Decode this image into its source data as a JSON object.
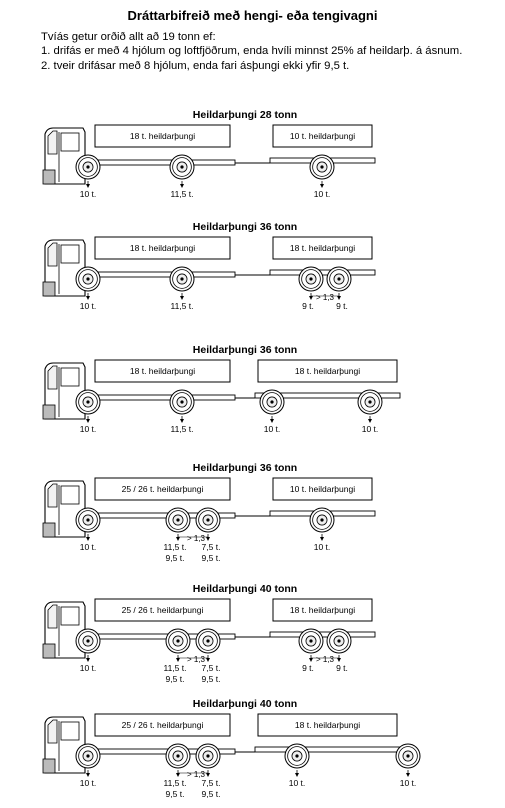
{
  "header": {
    "title": "Dráttarbifreið með hengi- eða tengivagni",
    "intro": "Tvíás getur orðið allt að 19 tonn ef:",
    "condition_1": "1. drifás er með 4 hjólum og loftfjöðrum, enda hvíli minnst 25% af heildarþ. á ásnum.",
    "condition_2": "2. tveir drifásar með 8 hjólum, enda  fari ásþungi ekki yfir 9,5 t."
  },
  "configs": [
    {
      "title": "Heildarþungi 28 tonn",
      "truck_body": "18 t. heildarþungi",
      "trailer_body": "10 t. heildarþungi",
      "truck_axles": [
        {
          "labels": [
            "10 t."
          ]
        },
        {
          "labels": [
            "11,5 t."
          ]
        }
      ],
      "trailer_axles": [
        {
          "labels": [
            "10 t."
          ]
        }
      ]
    },
    {
      "title": "Heildarþungi 36 tonn",
      "truck_body": "18 t. heildarþungi",
      "trailer_body": "18 t. heildarþungi",
      "truck_axles": [
        {
          "labels": [
            "10 t."
          ]
        },
        {
          "labels": [
            "11,5 t."
          ]
        }
      ],
      "trailer_axles": [
        {
          "labels": [
            "9 t."
          ]
        },
        {
          "labels": [
            "9 t."
          ]
        }
      ],
      "trailer_spacing": "> 1,3"
    },
    {
      "title": "Heildarþungi 36 tonn",
      "truck_body": "18 t. heildarþungi",
      "trailer_body": "18 t. heildarþungi",
      "truck_axles": [
        {
          "labels": [
            "10 t."
          ]
        },
        {
          "labels": [
            "11,5 t."
          ]
        }
      ],
      "trailer_axles": [
        {
          "labels": [
            "10 t."
          ]
        },
        {
          "labels": [
            "10 t."
          ]
        }
      ]
    },
    {
      "title": "Heildarþungi 36 tonn",
      "truck_body": "25 / 26 t. heildarþungi",
      "trailer_body": "10 t. heildarþungi",
      "truck_axles": [
        {
          "labels": [
            "10 t."
          ]
        },
        {
          "labels": [
            "11,5 t.",
            "9,5 t."
          ]
        },
        {
          "labels": [
            "7,5 t.",
            "9,5 t."
          ]
        }
      ],
      "truck_spacing": "> 1,3",
      "trailer_axles": [
        {
          "labels": [
            "10 t."
          ]
        }
      ]
    },
    {
      "title": "Heildarþungi 40 tonn",
      "truck_body": "25 / 26 t. heildarþungi",
      "trailer_body": "18 t. heildarþungi",
      "truck_axles": [
        {
          "labels": [
            "10 t."
          ]
        },
        {
          "labels": [
            "11,5 t.",
            "9,5 t."
          ]
        },
        {
          "labels": [
            "7,5 t.",
            "9,5 t."
          ]
        }
      ],
      "truck_spacing": "> 1,3",
      "trailer_axles": [
        {
          "labels": [
            "9 t."
          ]
        },
        {
          "labels": [
            "9 t."
          ]
        }
      ],
      "trailer_spacing": "> 1,3"
    },
    {
      "title": "Heildarþungi 40 tonn",
      "truck_body": "25 / 26 t. heildarþungi",
      "trailer_body": "18 t. heildarþungi",
      "truck_axles": [
        {
          "labels": [
            "10 t."
          ]
        },
        {
          "labels": [
            "11,5 t.",
            "9,5 t."
          ]
        },
        {
          "labels": [
            "7,5 t.",
            "9,5 t."
          ]
        }
      ],
      "truck_spacing": "> 1,3",
      "trailer_axles": [
        {
          "labels": [
            "10 t."
          ]
        },
        {
          "labels": [
            "10 t."
          ]
        }
      ]
    }
  ]
}
